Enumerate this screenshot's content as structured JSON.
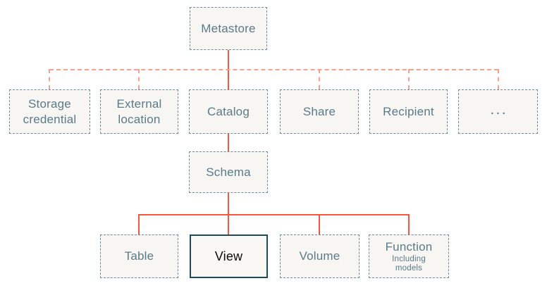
{
  "diagram": {
    "description": "Metastore hierarchy diagram",
    "nodes": {
      "metastore": {
        "label": "Metastore"
      },
      "storage_credential": {
        "label": "Storage credential"
      },
      "external_location": {
        "label": "External location"
      },
      "catalog": {
        "label": "Catalog"
      },
      "share": {
        "label": "Share"
      },
      "recipient": {
        "label": "Recipient"
      },
      "ellipsis": {
        "label": "..."
      },
      "schema": {
        "label": "Schema"
      },
      "table": {
        "label": "Table"
      },
      "view": {
        "label": "View"
      },
      "volume": {
        "label": "Volume"
      },
      "function": {
        "label": "Function",
        "sublabel": "Including models"
      }
    },
    "colors": {
      "solid_connector": "#f8553d",
      "dashed_connector": "#faa08f",
      "node_border": "#6e8c9b",
      "node_fill": "#f8f6f2",
      "node_text": "#5a7a8a",
      "highlight_border": "#1d4b5e",
      "highlight_text": "#0b0b0b",
      "page_background": "#ffffff"
    }
  }
}
